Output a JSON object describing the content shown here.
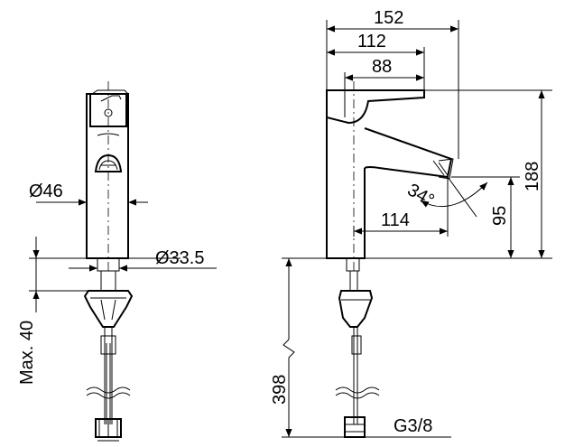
{
  "dimensions": {
    "width_152": "152",
    "width_112": "112",
    "width_88": "88",
    "height_188": "188",
    "height_95": "95",
    "angle_34": "34°",
    "reach_114": "114",
    "body_dia_46": "Ø46",
    "shank_dia_33_5": "Ø33.5",
    "max_40": "Max. 40",
    "hose_398": "398",
    "thread_g3_8": "G3/8"
  }
}
